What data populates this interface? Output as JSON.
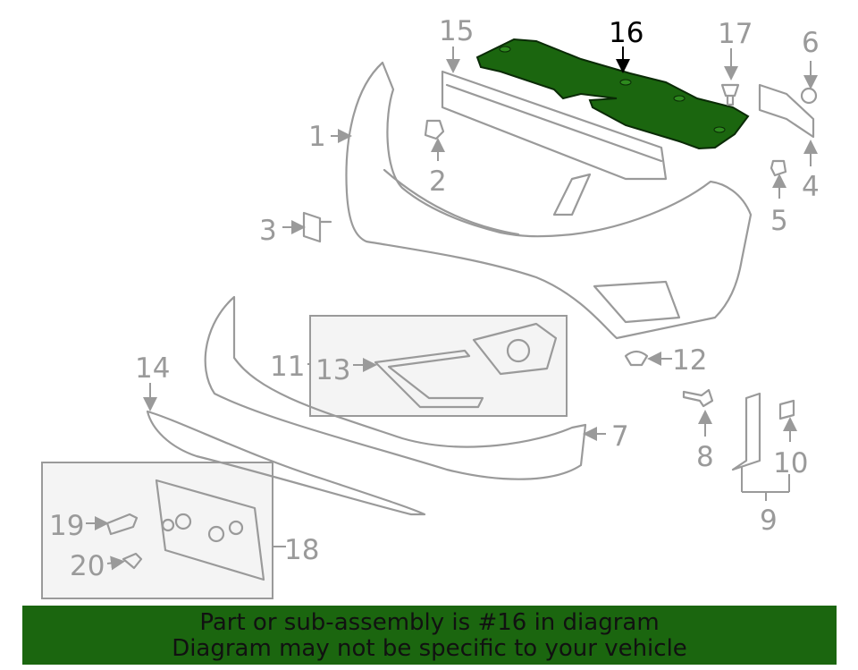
{
  "diagram": {
    "callouts": {
      "c1": "1",
      "c2": "2",
      "c3": "3",
      "c4": "4",
      "c5": "5",
      "c6": "6",
      "c7": "7",
      "c8": "8",
      "c9": "9",
      "c10": "10",
      "c11": "11",
      "c12": "12",
      "c13": "13",
      "c14": "14",
      "c15": "15",
      "c16": "16",
      "c17": "17",
      "c18": "18",
      "c19": "19",
      "c20": "20"
    },
    "selected_part": "16",
    "highlight_color": "#1b660f"
  },
  "banner": {
    "line1": "Part or sub-assembly is #16 in diagram",
    "line2": "Diagram may not be specific to your vehicle"
  }
}
